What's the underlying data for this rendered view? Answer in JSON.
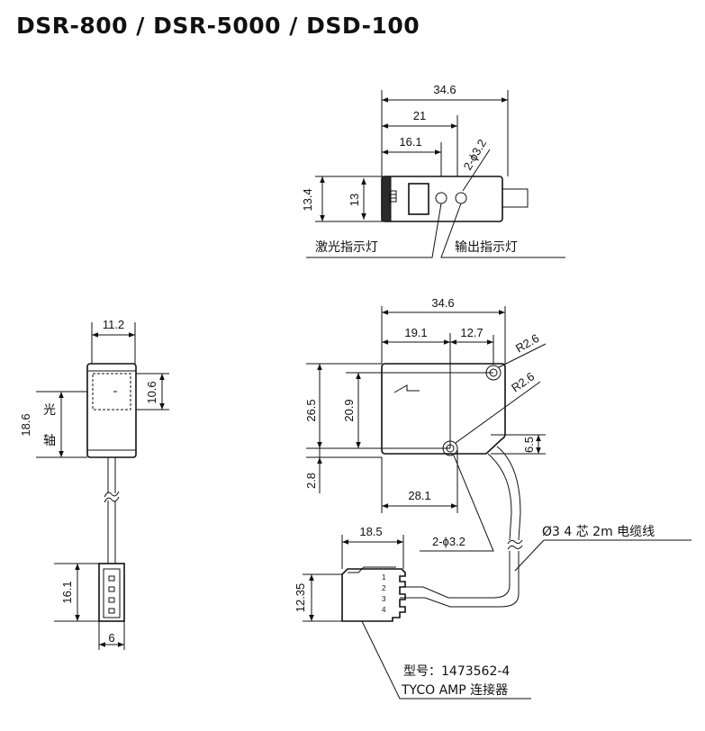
{
  "title": "DSR-800 / DSR-5000 / DSD-100",
  "top_view": {
    "dim_length": "34.6",
    "dim_21": "21",
    "dim_16_1": "16.1",
    "dim_hole": "2-ϕ3.2",
    "dim_height": "13.4",
    "dim_13": "13",
    "laser_indicator": "激光指示灯",
    "output_indicator": "输出指示灯"
  },
  "side_view": {
    "dim_width": "11.2",
    "dim_10_6": "10.6",
    "dim_18_6": "18.6",
    "optical_axis_1": "光",
    "optical_axis_2": "轴",
    "dim_16_1": "16.1",
    "dim_6": "6"
  },
  "front_view": {
    "dim_length": "34.6",
    "dim_19_1": "19.1",
    "dim_12_7": "12.7",
    "dim_r1": "R2.6",
    "dim_r2": "R2.6",
    "dim_26_5": "26.5",
    "dim_20_9": "20.9",
    "dim_6_5": "6.5",
    "dim_2_8": "2.8",
    "dim_28_1": "28.1",
    "dim_hole": "2-ϕ3.2",
    "cable": "Ø3 4 芯 2m 电缆线"
  },
  "connector": {
    "dim_18_5": "18.5",
    "dim_12_35": "12.35",
    "pins": [
      "1",
      "2",
      "3",
      "4"
    ],
    "model": "型号：1473562-4",
    "type": "TYCO AMP 连接器"
  }
}
